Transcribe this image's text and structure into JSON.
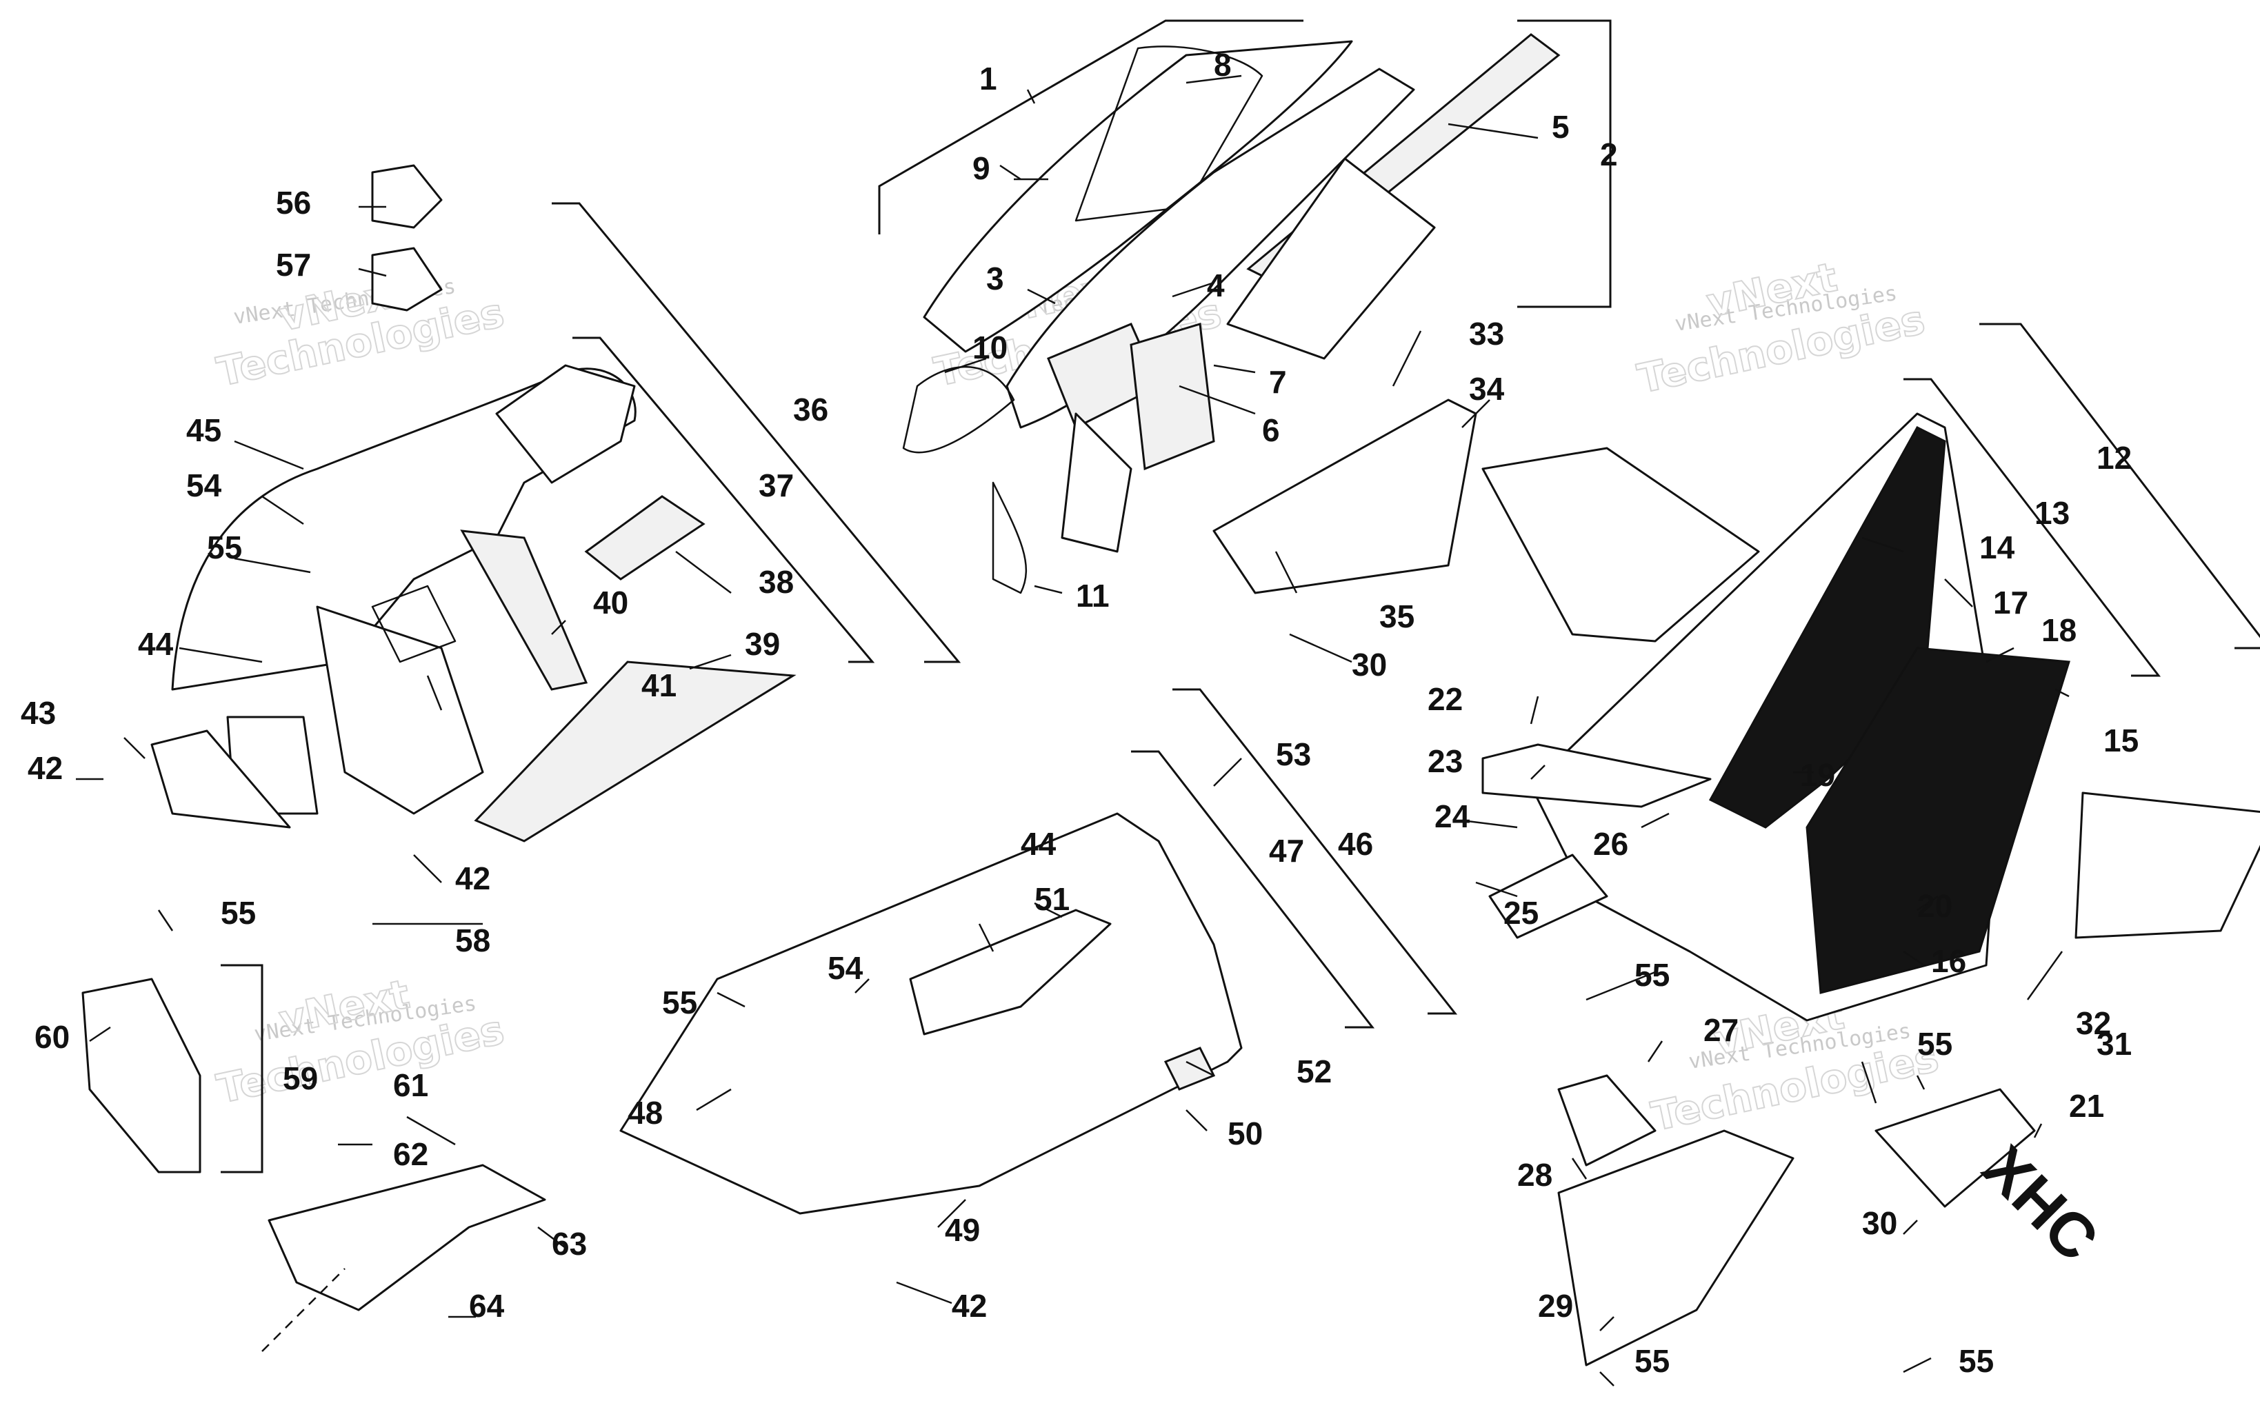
{
  "diagram": {
    "callouts": [
      "1",
      "2",
      "3",
      "4",
      "5",
      "6",
      "7",
      "8",
      "9",
      "10",
      "11",
      "12",
      "13",
      "14",
      "15",
      "16",
      "17",
      "18",
      "19",
      "20",
      "21",
      "22",
      "23",
      "24",
      "25",
      "26",
      "27",
      "28",
      "29",
      "30",
      "30",
      "30",
      "31",
      "32",
      "33",
      "34",
      "35",
      "36",
      "37",
      "38",
      "39",
      "40",
      "41",
      "42",
      "42",
      "42",
      "42",
      "43",
      "44",
      "44",
      "45",
      "46",
      "47",
      "48",
      "49",
      "50",
      "51",
      "52",
      "53",
      "54",
      "54",
      "55",
      "55",
      "55",
      "55",
      "55",
      "55",
      "55",
      "55",
      "56",
      "57",
      "58",
      "59",
      "60",
      "61",
      "62",
      "63",
      "64"
    ],
    "watermark": {
      "small": "vNext Technologies",
      "large": "Technologies",
      "prefix": "vNext"
    },
    "decal_text": "XHC"
  }
}
